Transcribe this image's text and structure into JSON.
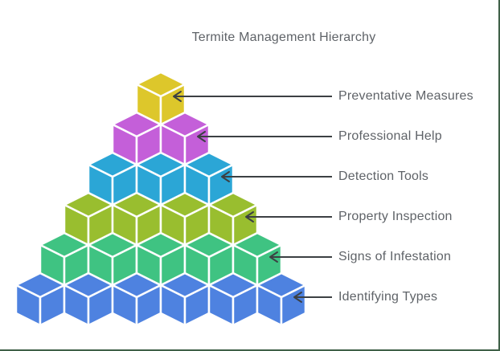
{
  "title": "Termite Management Hierarchy",
  "levels": [
    {
      "label": "Preventative Measures",
      "color": "#ddc72b",
      "cubes": 1
    },
    {
      "label": "Professional Help",
      "color": "#c45fd9",
      "cubes": 2
    },
    {
      "label": "Detection Tools",
      "color": "#2ba6d6",
      "cubes": 3
    },
    {
      "label": "Property Inspection",
      "color": "#99be2f",
      "cubes": 4
    },
    {
      "label": "Signs of Infestation",
      "color": "#3fc382",
      "cubes": 5
    },
    {
      "label": "Identifying Types",
      "color": "#4e82e0",
      "cubes": 6
    }
  ],
  "style": {
    "background": "#ffffff",
    "text_color": "#5f6368",
    "arrow_color": "#3c4043",
    "cube_stroke": "#ffffff",
    "border_color": "#3f6047"
  }
}
